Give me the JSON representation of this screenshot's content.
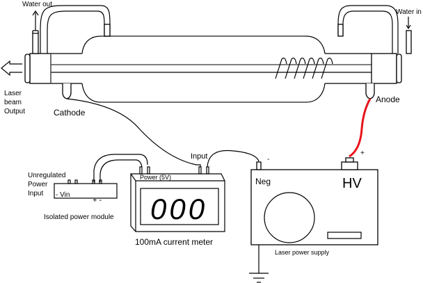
{
  "title": "CO2 laser tube wiring diagram",
  "labels": {
    "water_out": "Water out",
    "water_in": "Water in",
    "laser_output": [
      "Laser",
      "beam",
      "Output"
    ],
    "cathode": "Cathode",
    "anode": "Anode",
    "input": "Input",
    "neg_terminal_sign": "-",
    "pos_terminal_sign": "+",
    "unregulated_input": [
      "Unregulated",
      "Power",
      "Input"
    ],
    "vin": "- Vin",
    "module_out": "+ -",
    "isolated_module": "Isolated power module",
    "meter_power": "Power (5V)",
    "meter_display": "000",
    "meter_caption": "100mA current meter",
    "neg": "Neg",
    "hv": "HV",
    "psu_caption": "Laser power supply"
  },
  "colors": {
    "hv_wire": "#e8141c",
    "line": "#000000",
    "tube_line": "#555555"
  }
}
